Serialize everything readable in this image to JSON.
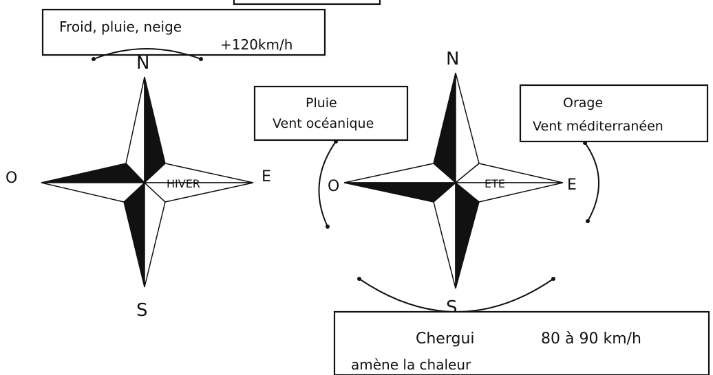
{
  "winter": {
    "box_line1": "Froid, pluie, neige",
    "box_line2": "+120km/h",
    "label_n": "N",
    "label_s": "S",
    "label_o": "O",
    "label_e": "E",
    "center_label": "HIVER"
  },
  "summer": {
    "label_n": "N",
    "label_s": "S",
    "label_o": "O",
    "label_e": "E",
    "center_label": "ETE",
    "west_box": {
      "line1": "Pluie",
      "line2": "Vent océanique"
    },
    "east_box": {
      "line1": "Orage",
      "line2": "Vent méditerranéen"
    },
    "south_box": {
      "line1_left": "Chergui",
      "line1_right": "80 à 90 km/h",
      "line2": "amène la chaleur"
    }
  }
}
